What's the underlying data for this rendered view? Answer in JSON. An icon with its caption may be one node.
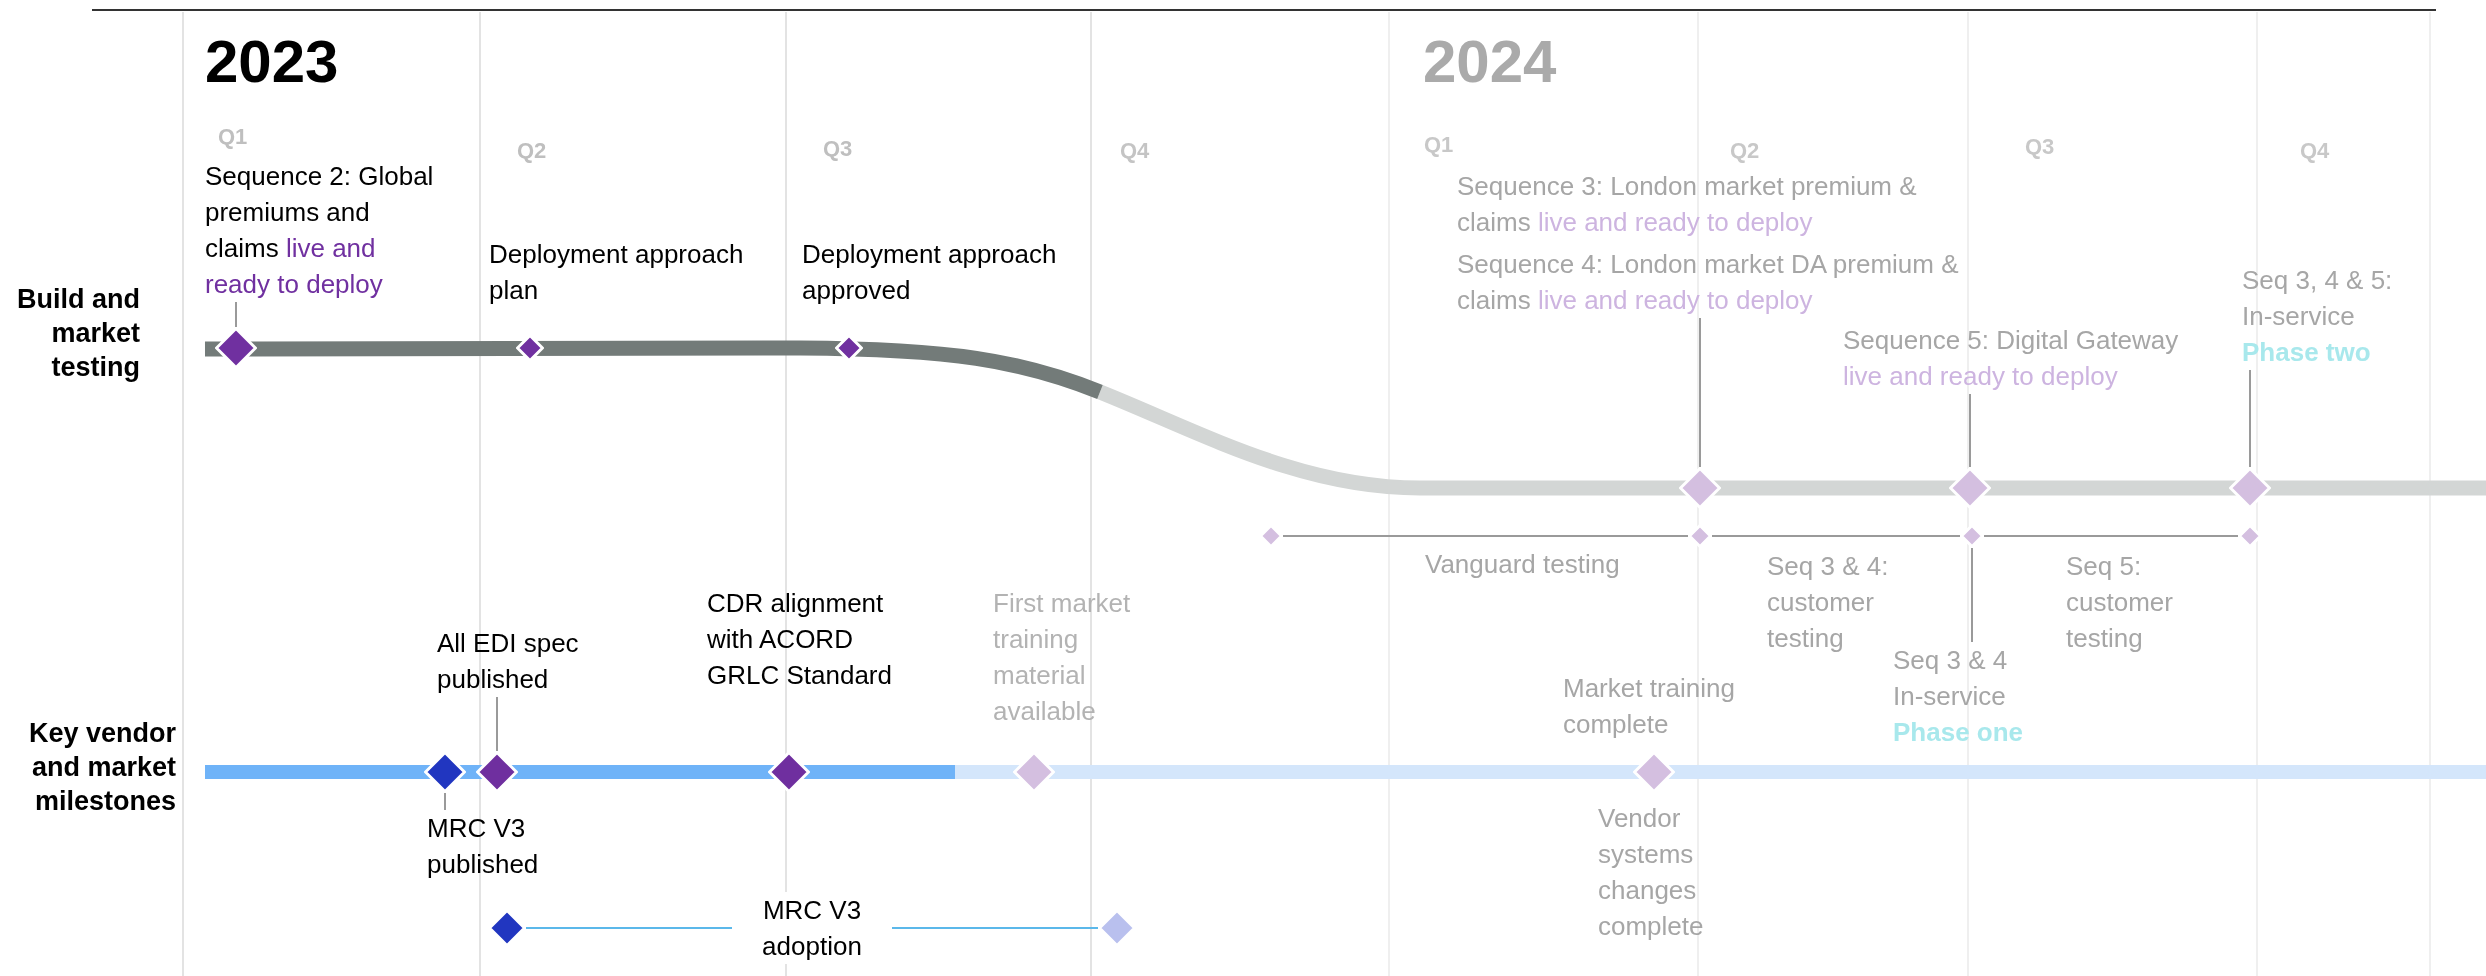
{
  "diagram": {
    "nodes": [
      {
        "text": [
          "Sequence 2: Global premiums and claims",
          "live and ready to deploy"
        ]
      },
      {
        "text": [],
        "shape": "diamond"
      },
      {
        "text": [],
        "shape": "diamond"
      },
      {
        "text": [],
        "shape": "diamond"
      },
      {
        "text": [
          "Sequence 3: London market premium & claims",
          "live and ready to deploy"
        ]
      },
      {
        "text": [
          "Sequence 4: London market DA premium & claims",
          "live and ready to deploy"
        ]
      },
      {
        "text": [
          "Sequence 5: Digital Gateway",
          "live and ready to deploy"
        ]
      },
      {
        "text": [
          "Seq 3, 4 & 5: In-service",
          "Phase two"
        ]
      },
      {
        "text": [],
        "shape": "diamond"
      },
      {
        "text": [],
        "shape": "diamond"
      },
      {
        "text": [],
        "shape": "diamond"
      },
      {
        "text": [],
        "shape": "diamond"
      },
      {
        "text": [],
        "shape": "diamond"
      },
      {
        "text": [],
        "shape": "diamond"
      },
      {
        "text": [],
        "shape": "diamond"
      },
      {
        "text": [
          "Seq 3 & 4 In-service",
          "Phase one"
        ]
      },
      {
        "text": [
          "All EDI spec published"
        ]
      },
      {
        "text": [],
        "shape": "diamond"
      },
      {
        "text": [],
        "shape": "diamond"
      },
      {
        "text": [],
        "shape": "diamond"
      },
      {
        "text": [],
        "shape": "diamond"
      },
      {
        "text": [],
        "shape": "diamond"
      },
      {
        "text": [
          "MRC V3 published"
        ]
      },
      {
        "text": [],
        "shape": "diamond"
      },
      {
        "text": [],
        "shape": "diamond"
      }
    ],
    "edges": [
      {
        "from": 0,
        "to": 1,
        "arrow": "none"
      },
      {
        "from": 5,
        "to": 8,
        "arrow": "none"
      },
      {
        "from": 6,
        "to": 9,
        "arrow": "none"
      },
      {
        "from": 7,
        "to": 10,
        "arrow": "none"
      },
      {
        "from": 11,
        "to": 12,
        "arrow": "none"
      },
      {
        "from": 12,
        "to": 13,
        "arrow": "none"
      },
      {
        "from": 13,
        "to": 14,
        "arrow": "none"
      },
      {
        "from": 13,
        "to": 15,
        "arrow": "none"
      },
      {
        "from": 16,
        "to": 18,
        "arrow": "none"
      },
      {
        "from": 22,
        "to": 17,
        "arrow": "none"
      },
      {
        "from": 23,
        "to": 24,
        "arrow": "none",
        "label": "MRC V3 adoption",
        "color": "#5bb8ea"
      }
    ],
    "labels": [
      "2023",
      "2024",
      "Q1",
      "Q2",
      "Q3",
      "Q4",
      "Q1",
      "Q2",
      "Q3",
      "Q4",
      "Build and market testing",
      "Deployment approach plan",
      "Deployment approach approved",
      "Vanguard testing",
      "Seq 3 & 4: customer testing",
      "Seq 5: customer testing",
      "Key vendor and market milestones",
      "CDR alignment with ACORD GRLC Standard",
      "First market training material available",
      "Market training complete",
      "Vendor systems changes complete"
    ]
  }
}
